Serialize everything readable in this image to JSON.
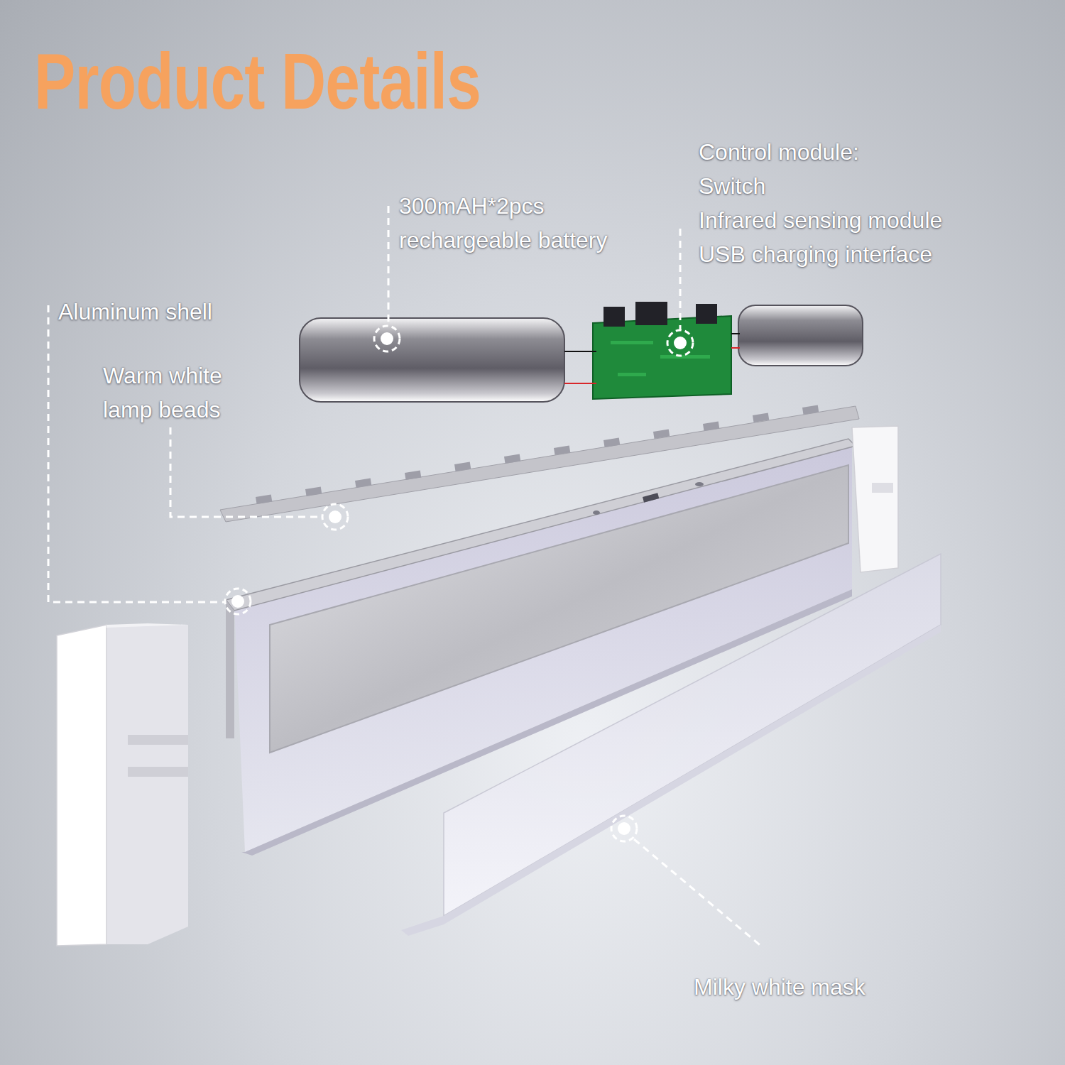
{
  "diagram": {
    "title": "Product Details",
    "labels": [
      "300mAH*2pcs rechargeable battery",
      "Control module:",
      "Switch",
      "Infrared sensing module",
      "USB charging interface",
      "Aluminum shell",
      "Warm white lamp beads",
      "Milky white mask"
    ]
  }
}
